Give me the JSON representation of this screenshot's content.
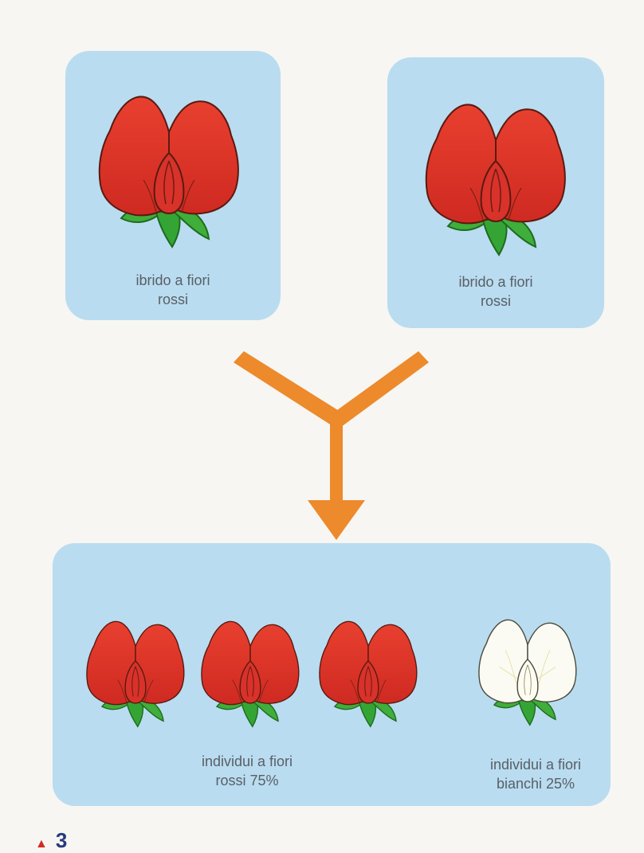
{
  "parents": [
    {
      "line1": "ibrido a fiori",
      "line2": "rossi",
      "color": "red"
    },
    {
      "line1": "ibrido a fiori",
      "line2": "rossi",
      "color": "red"
    }
  ],
  "offspring": {
    "red": {
      "line1": "individui a fiori",
      "line2": "rossi 75%",
      "count": 3,
      "percent": 75
    },
    "white": {
      "line1": "individui a fiori",
      "line2": "bianchi 25%",
      "count": 1,
      "percent": 25
    }
  },
  "figure": {
    "marker": "▲",
    "number": "3"
  },
  "colors": {
    "panel": "#b9dcf0",
    "arrow": "#ec8a2c",
    "petal_red": "#e2362a",
    "petal_white": "#fbfbf4",
    "leaf": "#3fae3a"
  }
}
